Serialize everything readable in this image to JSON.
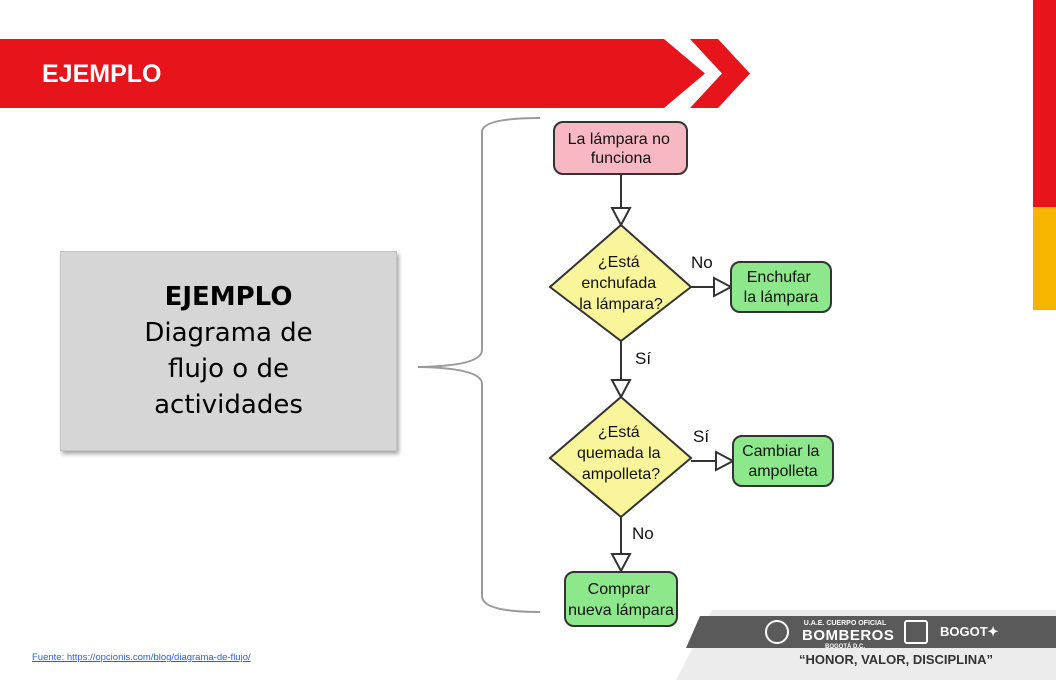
{
  "banner": {
    "title": "EJEMPLO"
  },
  "topic": {
    "heading": "EJEMPLO",
    "lines": [
      "Diagrama de",
      "flujo o de",
      "actividades"
    ]
  },
  "flowchart": {
    "start": {
      "lines": [
        "La lámpara no",
        "funciona"
      ]
    },
    "decision_1": {
      "lines": [
        "¿Está",
        "enchufada",
        "la lámpara?"
      ]
    },
    "action_1": {
      "lines": [
        "Enchufar",
        "la lámpara"
      ]
    },
    "decision_2": {
      "lines": [
        "¿Está",
        "quemada la",
        "ampolleta?"
      ]
    },
    "action_2": {
      "lines": [
        "Cambiar la",
        "ampolleta"
      ]
    },
    "end": {
      "lines": [
        "Comprar",
        "nueva lámpara"
      ]
    },
    "labels": {
      "d1_no": "No",
      "d1_yes": "Sí",
      "d2_yes": "Sí",
      "d2_no": "No"
    },
    "colors": {
      "start_fill": "#f7b8c4",
      "decision_fill": "#f9f59a",
      "action_fill": "#8de88b",
      "stroke": "#333333"
    }
  },
  "source": {
    "text": "Fuente: https://opcionis.com/blog/diagrama-de-flujo/"
  },
  "footer": {
    "org_line1": "U.A.E. CUERPO OFICIAL",
    "org_name": "BOMBEROS",
    "org_line3": "BOGOTÁ D.C.",
    "city": "BOGOT",
    "motto": "“HONOR, VALOR, DISCIPLINA”"
  }
}
